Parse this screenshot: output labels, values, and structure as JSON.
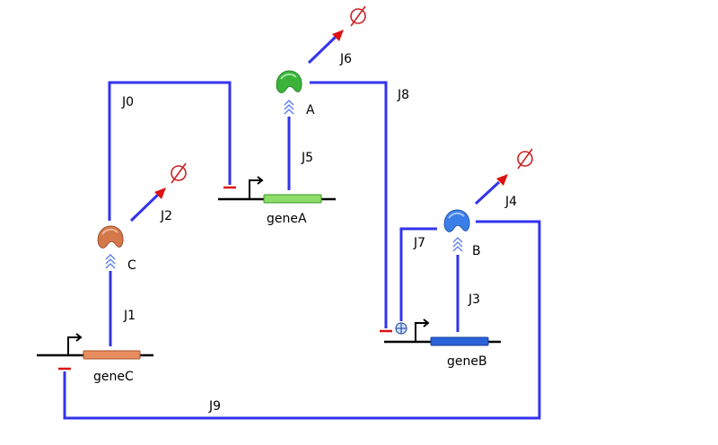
{
  "genes": [
    {
      "id": "geneA",
      "label": "geneA",
      "color": "#8edc6a",
      "stroke": "#3a9a22"
    },
    {
      "id": "geneB",
      "label": "geneB",
      "color": "#2a62d8",
      "stroke": "#1b3f99"
    },
    {
      "id": "geneC",
      "label": "geneC",
      "color": "#e88e5e",
      "stroke": "#a9502a"
    }
  ],
  "proteins": [
    {
      "id": "A",
      "label": "A",
      "color": "#3bb33b"
    },
    {
      "id": "B",
      "label": "B",
      "color": "#3a7fe8"
    },
    {
      "id": "C",
      "label": "C",
      "color": "#d4784a"
    }
  ],
  "reactions": {
    "J0": "J0",
    "J1": "J1",
    "J2": "J2",
    "J3": "J3",
    "J4": "J4",
    "J5": "J5",
    "J6": "J6",
    "J7": "J7",
    "J8": "J8",
    "J9": "J9"
  },
  "colors": {
    "edge": "#3333ee",
    "inhibit": "#dd1111",
    "degrade": "#cc2222",
    "chevron": "#5577ee",
    "dna": "#000000"
  }
}
